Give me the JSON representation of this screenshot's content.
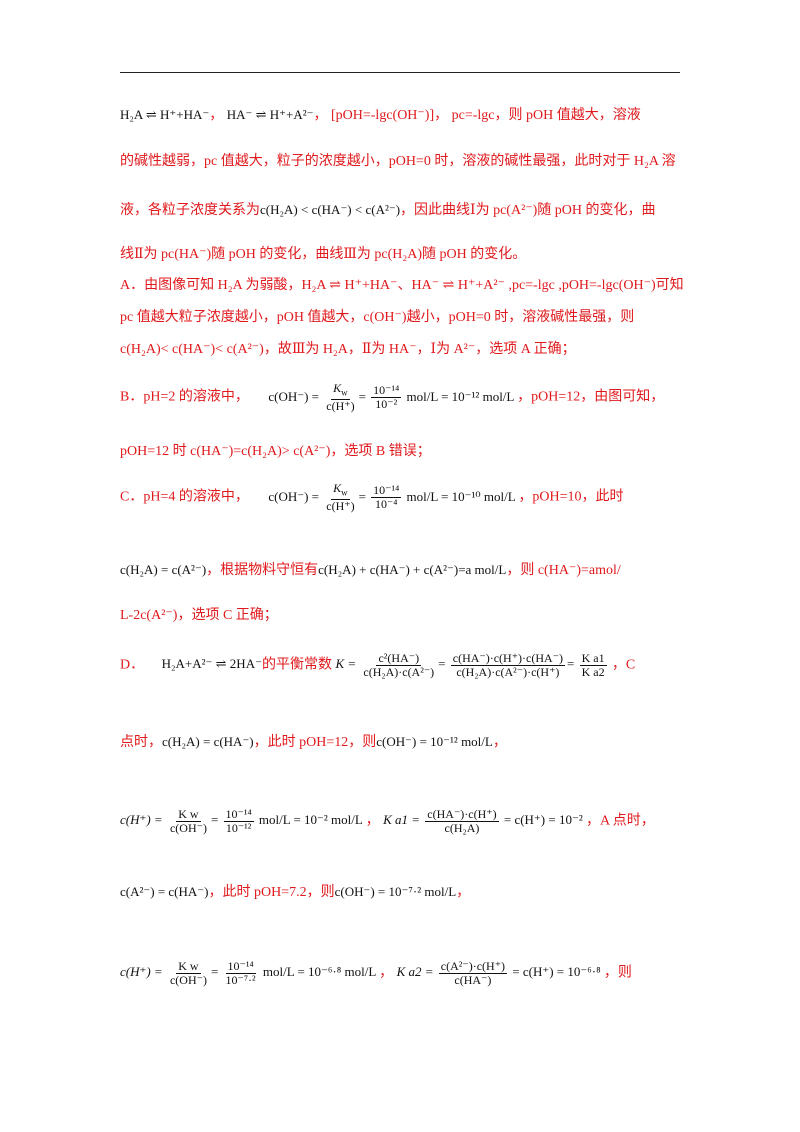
{
  "l1": {
    "eq1": "H₂A ⇌ H⁺+HA⁻",
    "comma1": "，",
    "eq2": "HA⁻ ⇌ H⁺+A²⁻",
    "comma2": "，",
    "text": "[pOH=-lgc(OH⁻)]， pc=-lgc，则 pOH 值越大，溶液"
  },
  "l2": "的碱性越弱，pc 值越大，粒子的浓度越小，pOH=0 时，溶液的碱性最强，此时对于 H₂A 溶",
  "l3": {
    "pre": "液，各粒子浓度关系为",
    "eq": "c(H₂A) < c(HA⁻) < c(A²⁻)",
    "post": "，因此曲线Ⅰ为 pc(A²⁻)随 pOH 的变化，曲"
  },
  "l4": "线Ⅱ为 pc(HA⁻)随 pOH 的变化，曲线Ⅲ为 pc(H₂A)随 pOH 的变化。",
  "lA1": "A．由图像可知 H₂A 为弱酸，H₂A ⇌ H⁺+HA⁻、HA⁻ ⇌ H⁺+A²⁻ ,pc=-lgc ,pOH=-lgc(OH⁻)可知",
  "lA2": "pc 值越大粒子浓度越小，pOH 值越大，c(OH⁻)越小，pOH=0 时，溶液碱性最强，则",
  "lA3": "c(H₂A)< c(HA⁻)< c(A²⁻)，故Ⅲ为 H₂A，Ⅱ为 HA⁻，Ⅰ为 A²⁻，选项 A 正确；",
  "lB1": {
    "pre": "B．pH=2 的溶液中，",
    "lhs": "c(OH⁻) =",
    "n1": "K",
    "n1sub": "w",
    "d1": "c(H⁺)",
    "n2": "10⁻¹⁴",
    "d2": "10⁻²",
    "rhs": "mol/L = 10⁻¹² mol/L",
    "post": "，pOH=12，由图可知，"
  },
  "lB2": "pOH=12 时 c(HA⁻)=c(H₂A)> c(A²⁻)，选项 B 错误；",
  "lC1": {
    "pre": "C．pH=4 的溶液中，",
    "lhs": "c(OH⁻) =",
    "n1": "K",
    "n1sub": "w",
    "d1": "c(H⁺)",
    "n2": "10⁻¹⁴",
    "d2": "10⁻⁴",
    "rhs": "mol/L = 10⁻¹⁰ mol/L",
    "post": "，pOH=10，此时"
  },
  "lC2": {
    "eq1": "c(H₂A) = c(A²⁻)",
    "mid": "，根据物料守恒有",
    "eq2": "c(H₂A) + c(HA⁻) + c(A²⁻)=a mol/L",
    "post": "，则 c(HA⁻)=amol/"
  },
  "lC3": "L-2c(A²⁻)，选项 C 正确；",
  "lD1": {
    "pre": "D．",
    "eq": "H₂A+A²⁻ ⇌ 2HA⁻",
    "mid": "的平衡常数",
    "k": "K =",
    "f1n": "c²(HA⁻)",
    "f1d": "c(H₂A)·c(A²⁻)",
    "f2n": "c(HA⁻)·c(H⁺)·c(HA⁻)",
    "f2d": "c(H₂A)·c(A²⁻)·c(H⁺)",
    "f3n": "K a1",
    "f3d": "K a2",
    "post": "，C"
  },
  "lD2": {
    "pre": "点时，",
    "eq1": "c(H₂A) = c(HA⁻)",
    "mid": "，此时 pOH=12，则",
    "eq2": "c(OH⁻) = 10⁻¹² mol/L",
    "post": "，"
  },
  "lD3": {
    "lhs": "c(H⁺) =",
    "fn": "K w",
    "fd": "c(OH⁻)",
    "fn2": "10⁻¹⁴",
    "fd2": "10⁻¹²",
    "rhs": "mol/L = 10⁻² mol/L",
    "c1": "，",
    "ka": "K a1 =",
    "kn": "c(HA⁻)·c(H⁺)",
    "kd": "c(H₂A)",
    "krhs": "= c(H⁺) = 10⁻²",
    "post": "，A 点时，"
  },
  "lD4": {
    "eq1": "c(A²⁻) = c(HA⁻)",
    "mid": "，此时 pOH=7.2，则",
    "eq2": "c(OH⁻) = 10⁻⁷·² mol/L",
    "post": "，"
  },
  "lD5": {
    "lhs": "c(H⁺) =",
    "fn": "K w",
    "fd": "c(OH⁻)",
    "fn2": "10⁻¹⁴",
    "fd2": "10⁻⁷·²",
    "rhs": "mol/L = 10⁻⁶·⁸ mol/L",
    "c1": "，",
    "ka": "K a2 =",
    "kn": "c(A²⁻)·c(H⁺)",
    "kd": "c(HA⁻)",
    "krhs": "= c(H⁺) = 10⁻⁶·⁸",
    "post": "，则"
  }
}
